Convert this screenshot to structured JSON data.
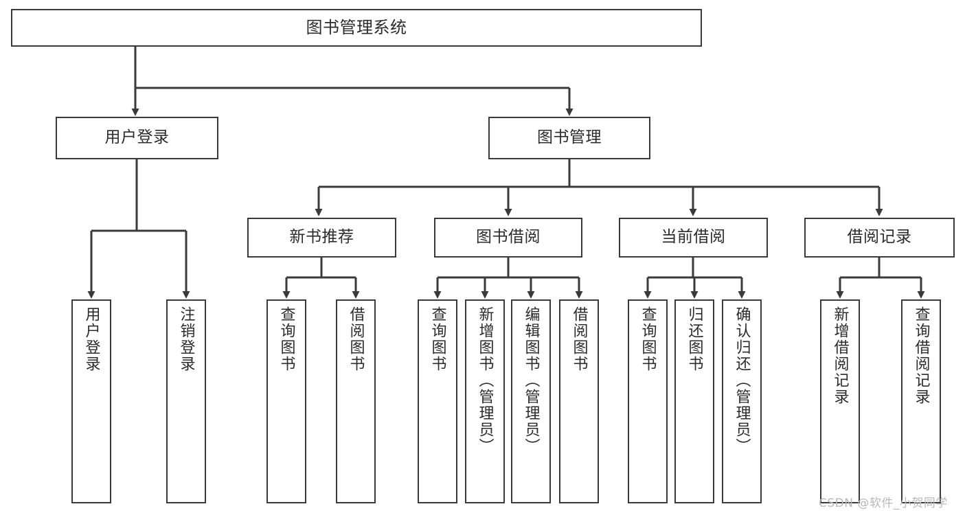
{
  "diagram": {
    "type": "tree",
    "title": "图书管理系统",
    "orientation": "top-down",
    "levels": 4
  },
  "nodes": {
    "root": {
      "label": "图书管理系统"
    },
    "level2": [
      {
        "id": "user-login",
        "label": "用户登录"
      },
      {
        "id": "book-manage",
        "label": "图书管理"
      }
    ],
    "level3": [
      {
        "id": "new-book-recommend",
        "label": "新书推荐"
      },
      {
        "id": "book-borrow",
        "label": "图书借阅"
      },
      {
        "id": "current-borrow",
        "label": "当前借阅"
      },
      {
        "id": "borrow-record",
        "label": "借阅记录"
      }
    ],
    "leaves": {
      "user_login": [
        {
          "id": "leaf-user-login",
          "label": "用户登录"
        },
        {
          "id": "leaf-logout-login",
          "label": "注销登录"
        }
      ],
      "new_book_recommend": [
        {
          "id": "leaf-query-book-1",
          "label": "查询图书"
        },
        {
          "id": "leaf-borrow-book-1",
          "label": "借阅图书"
        }
      ],
      "book_borrow": [
        {
          "id": "leaf-query-book-2",
          "label": "查询图书"
        },
        {
          "id": "leaf-add-book",
          "label": "新增图书（管理员）"
        },
        {
          "id": "leaf-edit-book",
          "label": "编辑图书（管理员）"
        },
        {
          "id": "leaf-borrow-book-2",
          "label": "借阅图书"
        }
      ],
      "current_borrow": [
        {
          "id": "leaf-query-book-3",
          "label": "查询图书"
        },
        {
          "id": "leaf-return-book",
          "label": "归还图书"
        },
        {
          "id": "leaf-confirm-return",
          "label": "确认归还（管理员）"
        }
      ],
      "borrow_record": [
        {
          "id": "leaf-add-record",
          "label": "新增借阅记录"
        },
        {
          "id": "leaf-query-record",
          "label": "查询借阅记录"
        }
      ]
    }
  },
  "watermark": {
    "text": "CSDN @软件_小贺同学"
  },
  "colors": {
    "border": "#3a3a3a",
    "text": "#2b2b2b",
    "background": "#ffffff",
    "watermark": "#b9b9b9"
  }
}
